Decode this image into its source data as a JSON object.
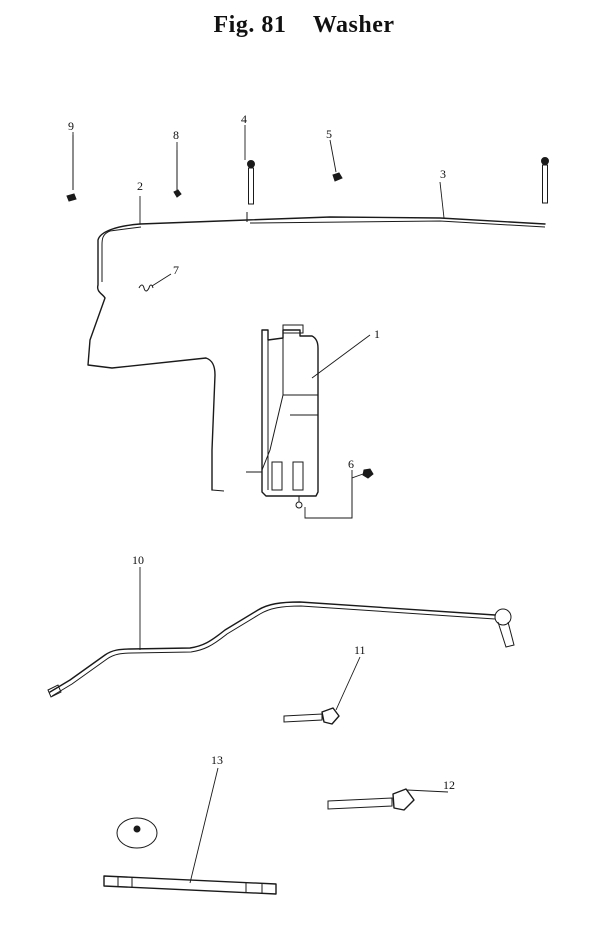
{
  "title": {
    "fig": "Fig. 81",
    "name": "Washer"
  },
  "callouts": [
    "1",
    "2",
    "3",
    "4",
    "5",
    "6",
    "7",
    "8",
    "9",
    "10",
    "11",
    "12",
    "13"
  ]
}
